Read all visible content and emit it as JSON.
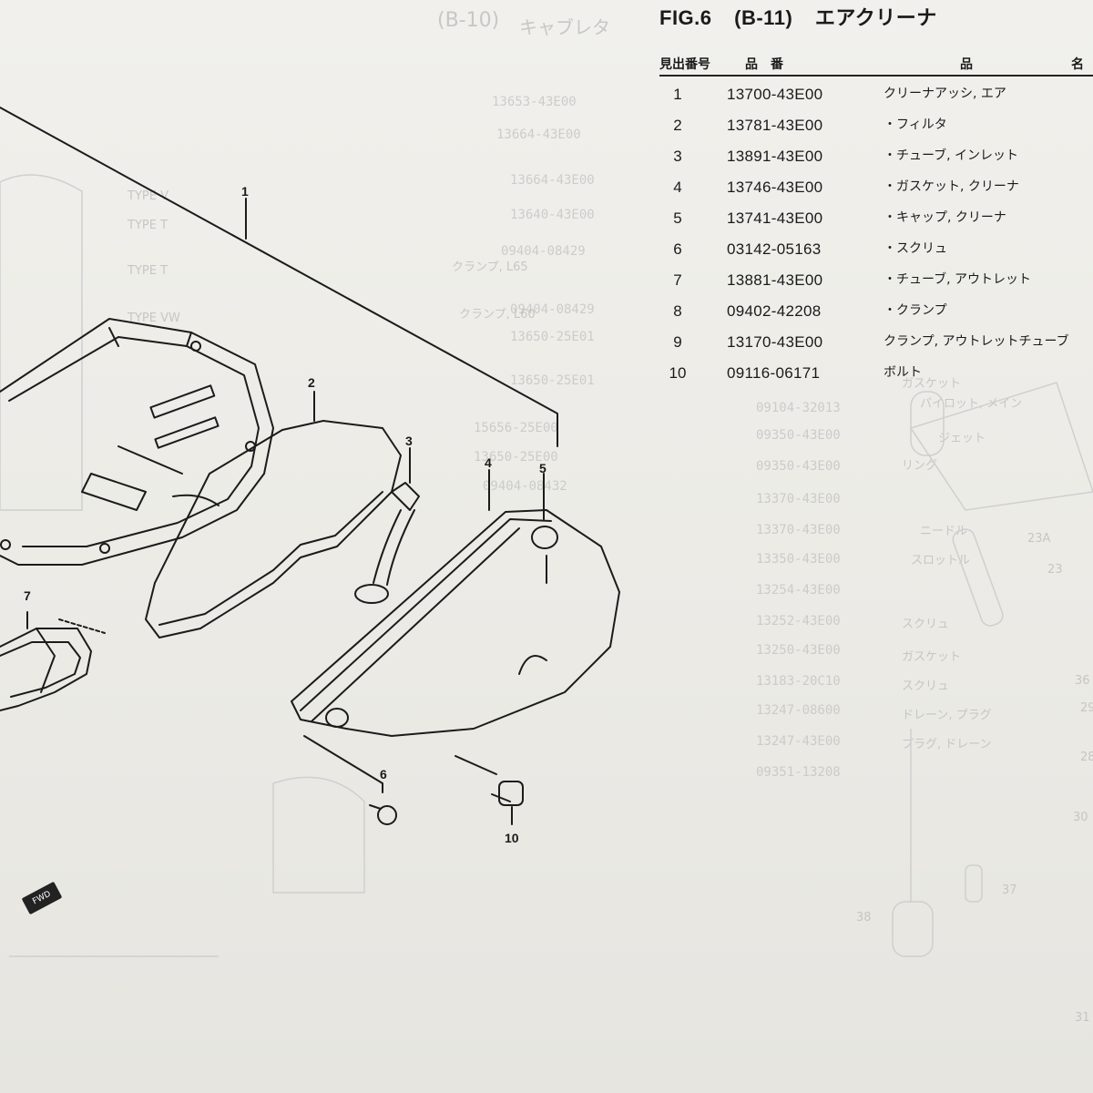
{
  "figure": {
    "label": "FIG.6",
    "code": "(B-11)",
    "title_partial": "エアクリーナ"
  },
  "table_header": {
    "ref": "見出番号",
    "part_number": "品　番",
    "name_a": "品",
    "name_b": "名"
  },
  "parts": [
    {
      "ref": "1",
      "part_number": "13700-43E00",
      "name": "クリーナアッシ, エア"
    },
    {
      "ref": "2",
      "part_number": "13781-43E00",
      "name": "・フィルタ"
    },
    {
      "ref": "3",
      "part_number": "13891-43E00",
      "name": "・チューブ, インレット"
    },
    {
      "ref": "4",
      "part_number": "13746-43E00",
      "name": "・ガスケット, クリーナ"
    },
    {
      "ref": "5",
      "part_number": "13741-43E00",
      "name": "・キャップ, クリーナ"
    },
    {
      "ref": "6",
      "part_number": "03142-05163",
      "name": "・スクリュ"
    },
    {
      "ref": "7",
      "part_number": "13881-43E00",
      "name": "・チューブ, アウトレット"
    },
    {
      "ref": "8",
      "part_number": "09402-42208",
      "name": "・クランプ"
    },
    {
      "ref": "9",
      "part_number": "13170-43E00",
      "name": "クランプ, アウトレットチューブ"
    },
    {
      "ref": "10",
      "part_number": "09116-06171",
      "name": "ボルト"
    }
  ],
  "diagram_callouts": {
    "c1": "1",
    "c2": "2",
    "c3": "3",
    "c4": "4",
    "c5": "5",
    "c6": "6",
    "c7": "7",
    "c10": "10"
  },
  "fwd_label": "FWD",
  "bleed_through": {
    "header": "キャブレタ",
    "code": "(B-10)",
    "nums": [
      "13653-43E00",
      "13664-43E00",
      "13664-43E00",
      "13640-43E00",
      "09404-08429",
      "09404-08429",
      "13650-25E01",
      "13650-25E01",
      "15656-25E00",
      "13650-25E00",
      "09404-08432",
      "09104-32013",
      "09350-43E00",
      "09350-43E00",
      "13370-43E00",
      "13370-43E00",
      "13350-43E00",
      "13254-43E00",
      "13252-43E00",
      "13250-43E00",
      "13183-20C10",
      "13247-08600",
      "13247-43E00",
      "09351-13208"
    ],
    "labels": [
      "TYPE V",
      "TYPE T",
      "TYPE T",
      "TYPE VW",
      "クランプ, L65",
      "クランプ, L60",
      "リング",
      "ガスケット",
      "スクリュ",
      "ガスケット",
      "スクリュ",
      "ドレーン, プラグ",
      "プラグ, ドレーン",
      "パイロット, メイン",
      "ジェット",
      "ニードル",
      "スロットル"
    ],
    "side_nums": [
      "23A",
      "23",
      "29",
      "28",
      "37",
      "36",
      "38",
      "30",
      "31"
    ]
  }
}
